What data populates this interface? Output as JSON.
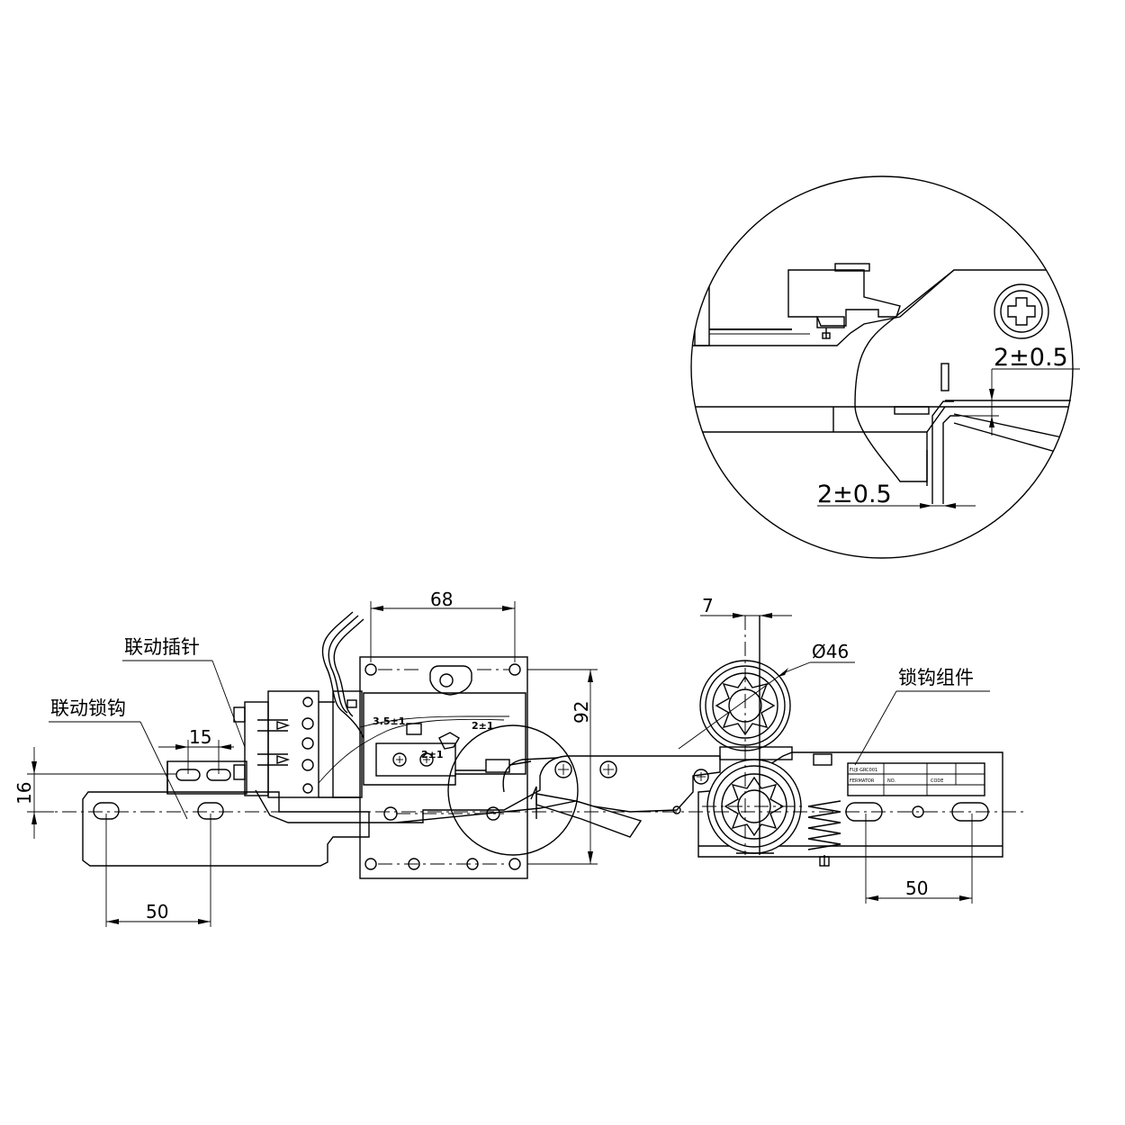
{
  "labels": {
    "linkage_pin": "联动插针",
    "linkage_hook": "联动锁钩",
    "hook_assembly": "锁钩组件"
  },
  "dimensions": {
    "width_68": "68",
    "height_92": "92",
    "offset_7": "7",
    "diameter_46": "Ø46",
    "slot_15": "15",
    "height_16": "16",
    "pitch_left_50": "50",
    "pitch_right_50": "50",
    "tol_35": "3.5±1",
    "tol_2_switch": "2±1",
    "tol_2_small": "2±1",
    "detail_gap_top": "2±0.5",
    "detail_gap_bottom": "2±0.5"
  },
  "nameplate": {
    "row1": "FUJI GRC001",
    "row2": "FERMATOR",
    "row3": "NO.",
    "row4": "CODE"
  }
}
